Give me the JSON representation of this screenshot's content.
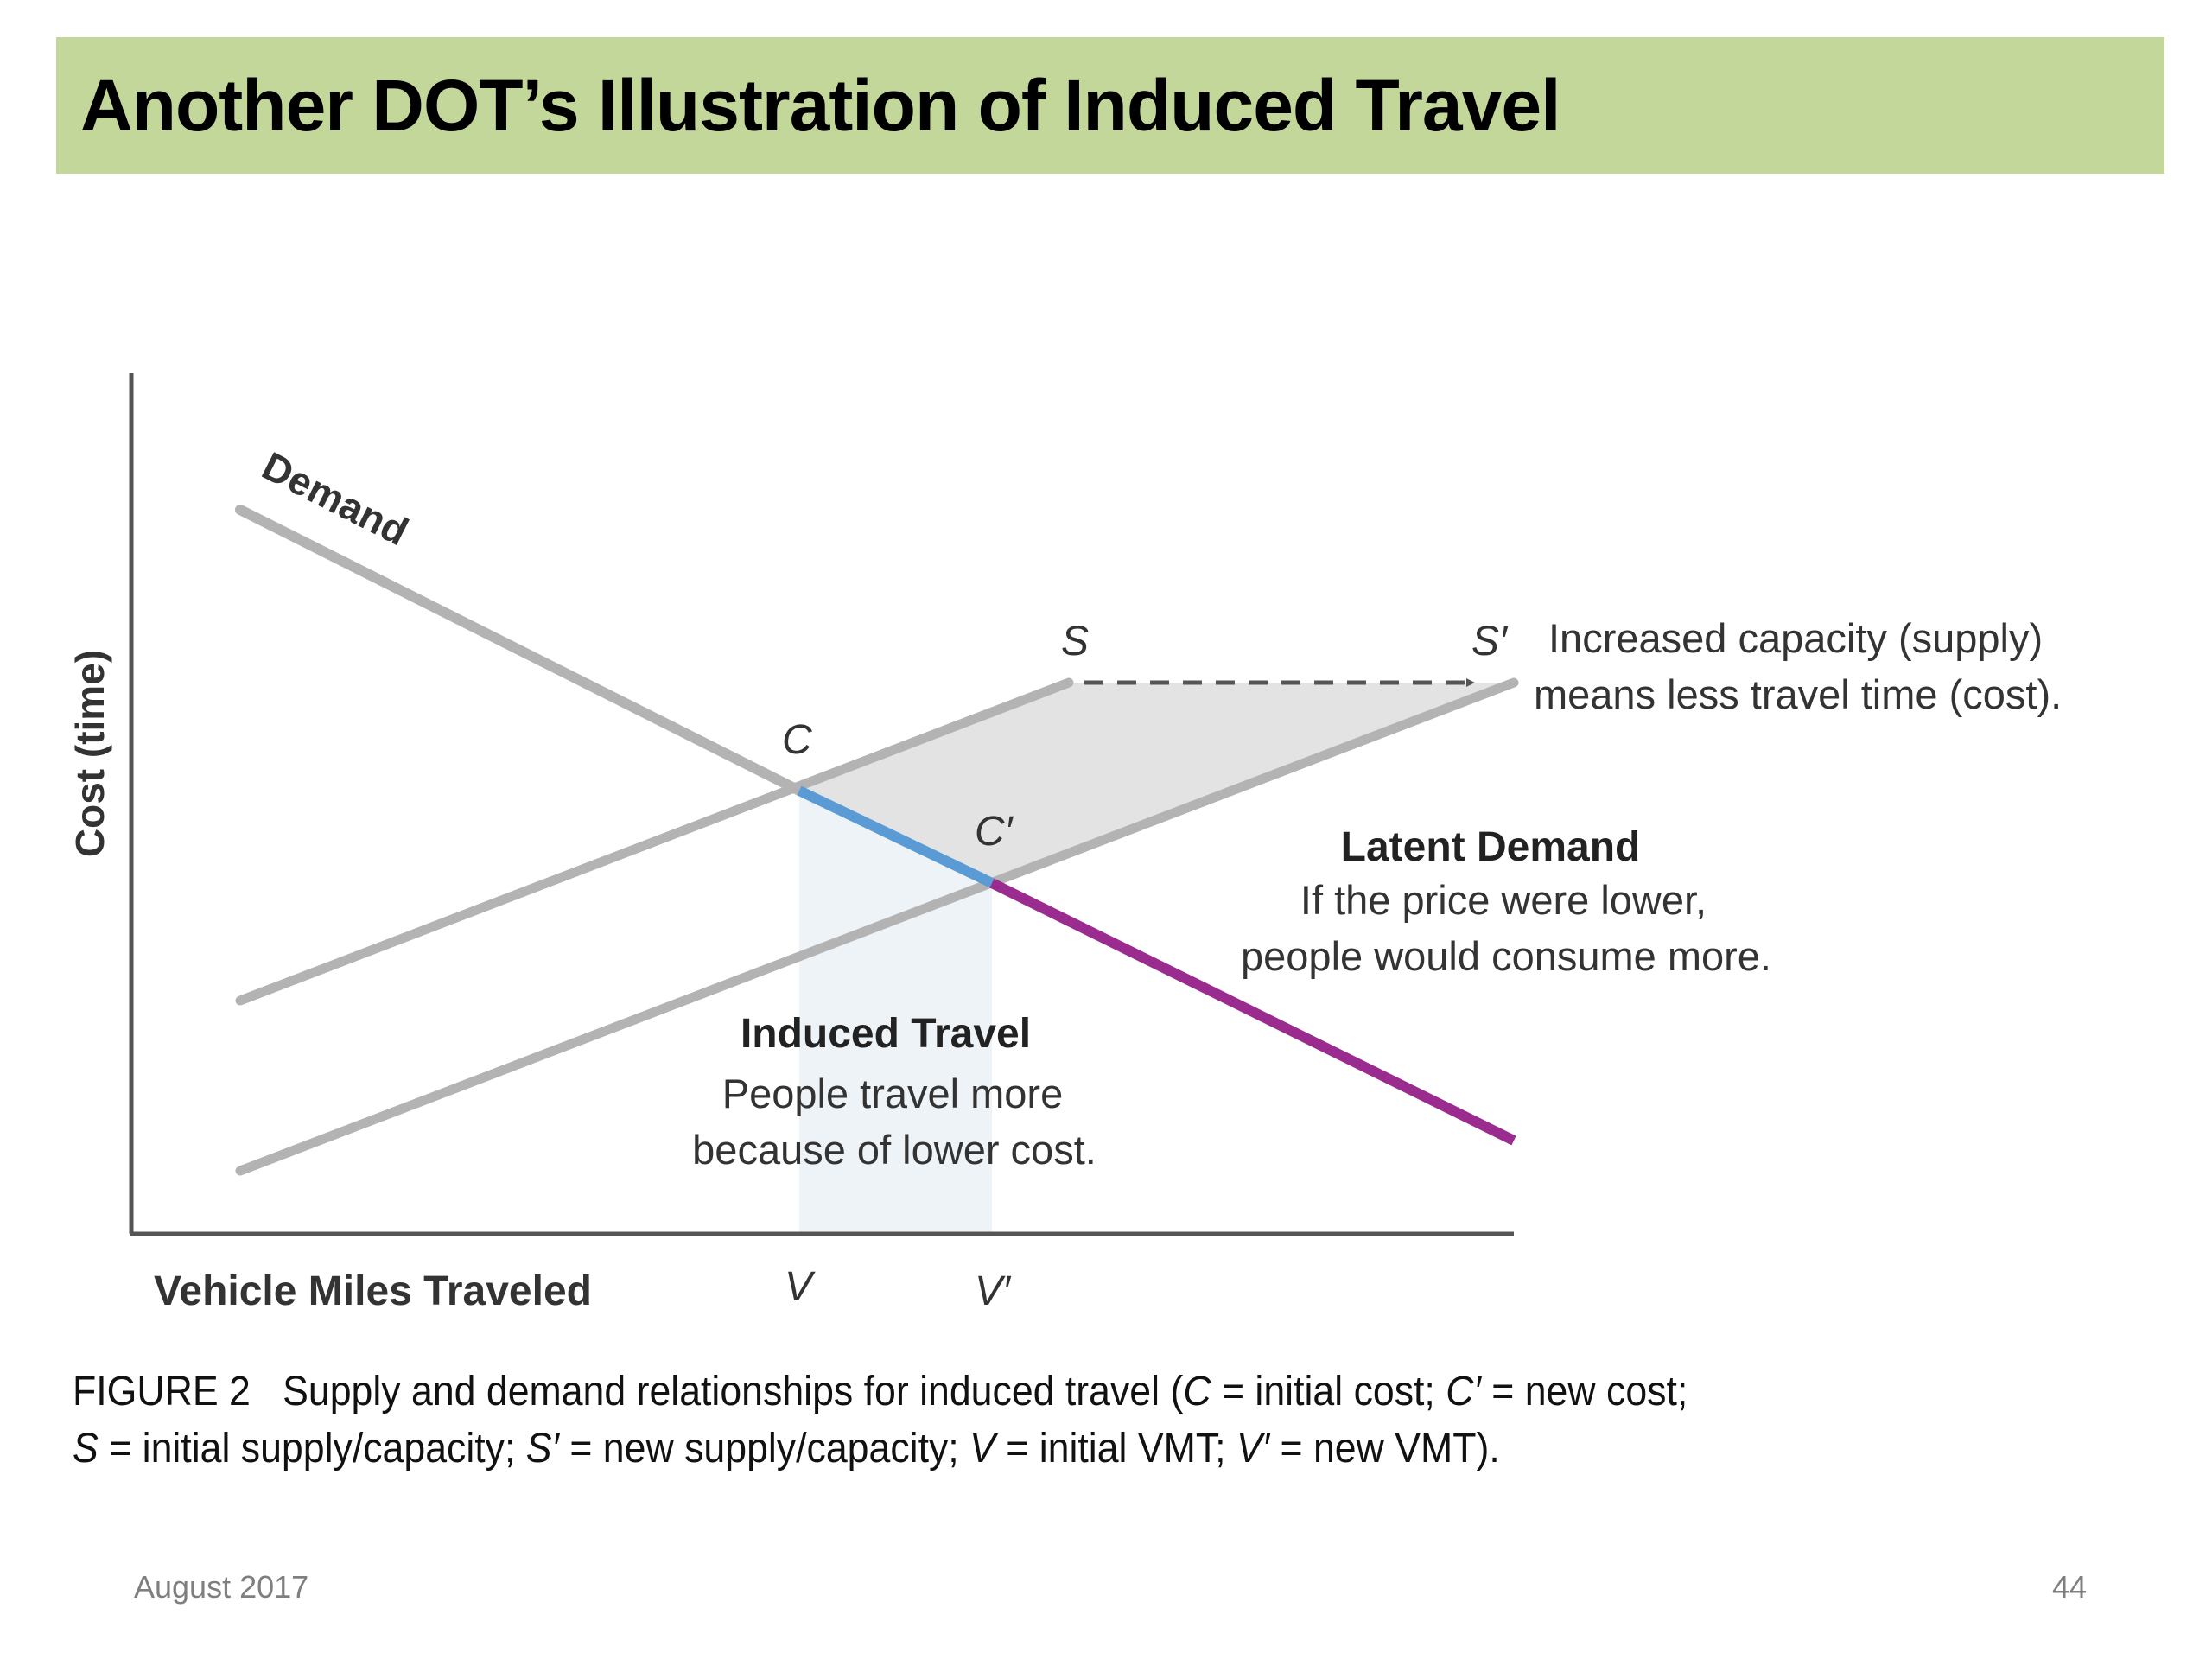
{
  "slide": {
    "title": "Another DOT’s Illustration of Induced Travel",
    "date": "August 2017",
    "page_number": "44"
  },
  "diagram": {
    "y_axis_label": "Cost (time)",
    "x_axis_label": "Vehicle Miles Traveled",
    "demand_label": "Demand",
    "supply_label": "S",
    "new_supply_label": "S′",
    "cost_label": "C",
    "new_cost_label": "C′",
    "vmt_label": "V",
    "new_vmt_label": "V′",
    "capacity_note_line1": "Increased capacity (supply)",
    "capacity_note_line2": "means less travel time (cost).",
    "latent_heading": "Latent Demand",
    "latent_line1": "If the price were lower,",
    "latent_line2": "people would consume more.",
    "induced_heading": "Induced Travel",
    "induced_line1": "People travel more",
    "induced_line2": "because of lower cost.",
    "colors": {
      "curves": "#b3b3b3",
      "induced_segment": "#5b9bd5",
      "latent_segment": "#9b2c8f",
      "shaded_region": "#e6e6e6",
      "induced_region": "#eef3f7"
    }
  },
  "caption": {
    "fig_label": "FIGURE 2",
    "text_part1": "Supply and demand relationships for induced travel (",
    "c_sym": "C",
    "c_def": " = initial cost; ",
    "cp_sym": "C′",
    "cp_def": " = new cost;",
    "s_sym": "S",
    "s_def": " = initial supply/capacity; ",
    "sp_sym": "S′",
    "sp_def": " = new supply/capacity; ",
    "v_sym": "V",
    "v_def": " = initial VMT; ",
    "vp_sym": "V′",
    "vp_def": " = new VMT)."
  }
}
